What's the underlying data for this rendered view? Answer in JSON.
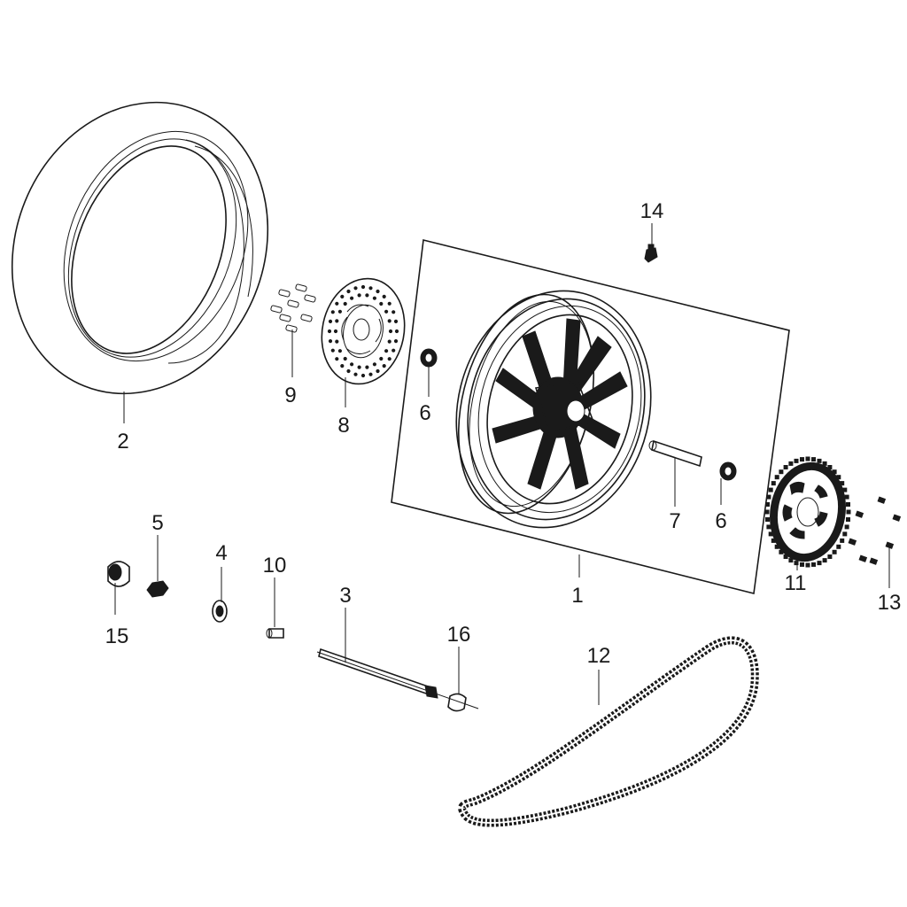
{
  "diagram": {
    "callouts": {
      "c1": "1",
      "c2": "2",
      "c3": "3",
      "c4": "4",
      "c5": "5",
      "c6a": "6",
      "c6b": "6",
      "c7": "7",
      "c8": "8",
      "c9": "9",
      "c10": "10",
      "c11": "11",
      "c12": "12",
      "c13": "13",
      "c14": "14",
      "c15": "15",
      "c16": "16"
    },
    "colors": {
      "line": "#1a1a1a",
      "background": "#ffffff"
    }
  }
}
